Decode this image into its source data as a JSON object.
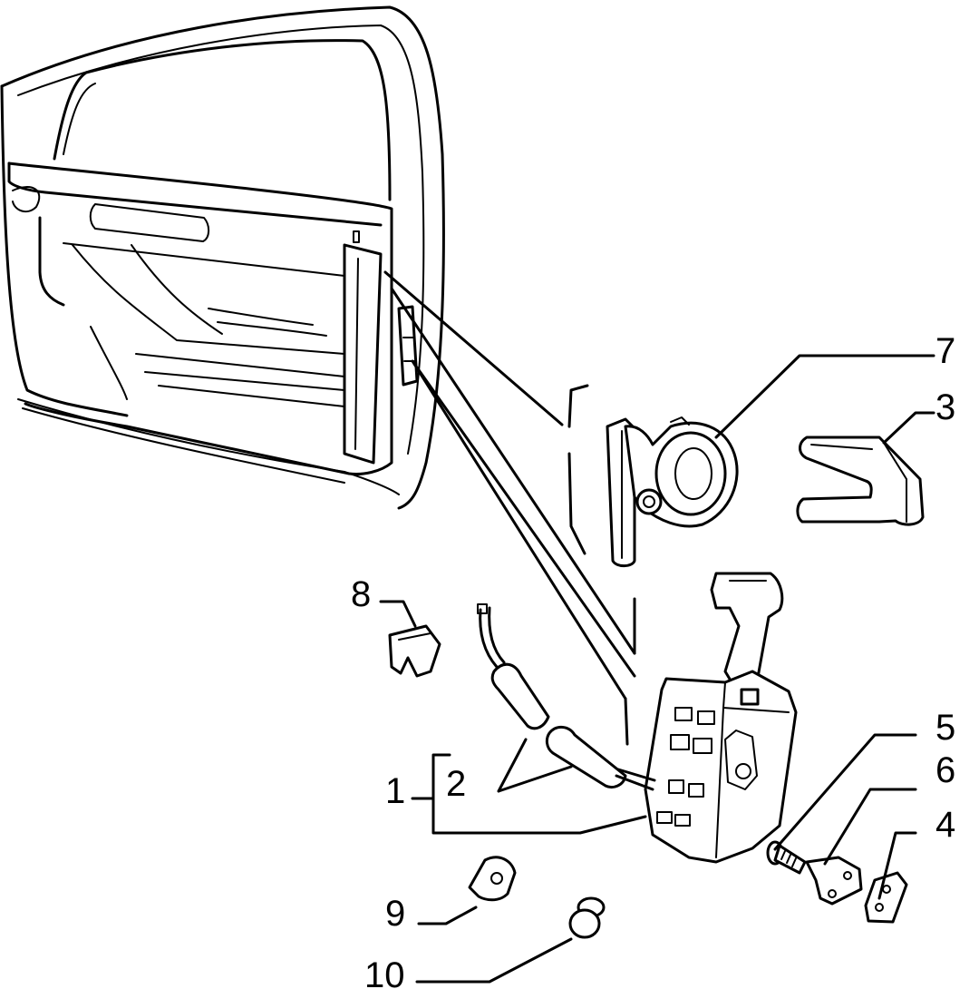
{
  "labels": {
    "p1": "1",
    "p2": "2",
    "p3": "3",
    "p4": "4",
    "p5": "5",
    "p6": "6",
    "p7": "7",
    "p8": "8",
    "p9": "9",
    "p10": "10"
  },
  "colors": {
    "ink": "#000000",
    "paper": "#ffffff"
  }
}
